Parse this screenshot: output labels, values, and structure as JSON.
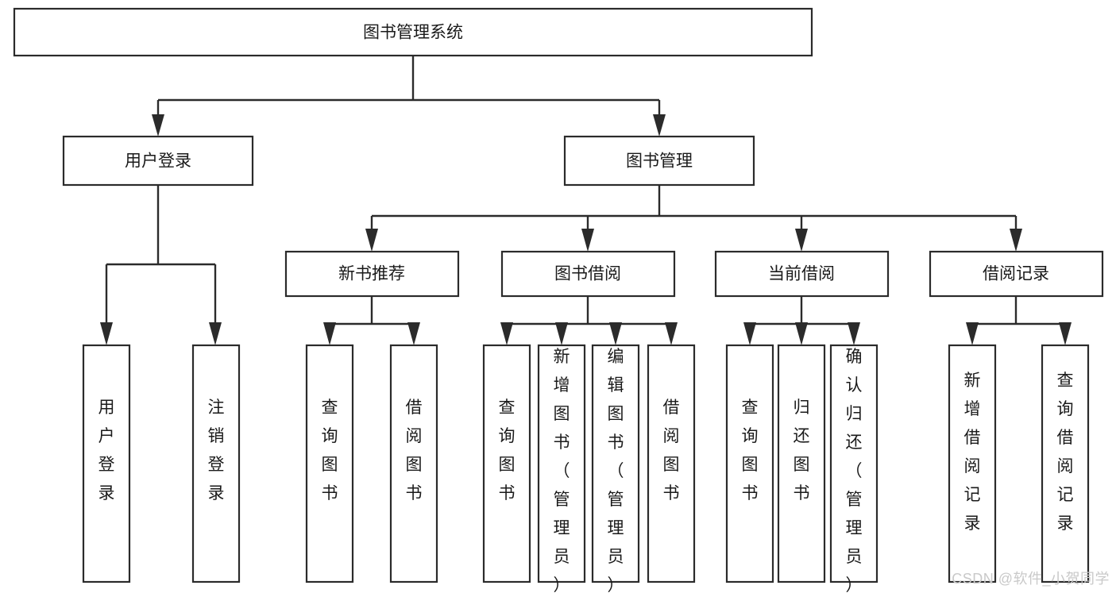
{
  "diagram": {
    "type": "tree",
    "title": "图书管理系统",
    "orientation": "top-down",
    "colors": {
      "background": "#ffffff",
      "box_fill": "#ffffff",
      "box_stroke": "#2b2b2b",
      "connector": "#2b2b2b",
      "text": "#1a1a1a",
      "watermark": "#c9c9c9"
    },
    "root": {
      "label": "图书管理系统"
    },
    "level1": [
      {
        "label": "用户登录"
      },
      {
        "label": "图书管理"
      }
    ],
    "level2": [
      {
        "label": "新书推荐"
      },
      {
        "label": "图书借阅"
      },
      {
        "label": "当前借阅"
      },
      {
        "label": "借阅记录"
      }
    ],
    "leaves": {
      "user_login": [
        {
          "label": "用户登录"
        },
        {
          "label": "注销登录"
        }
      ],
      "new_book_recommend": [
        {
          "label": "查询图书"
        },
        {
          "label": "借阅图书"
        }
      ],
      "book_borrow": [
        {
          "label": "查询图书"
        },
        {
          "label": "新增图书（管理员）"
        },
        {
          "label": "编辑图书（管理员）"
        },
        {
          "label": "借阅图书"
        }
      ],
      "current_borrow": [
        {
          "label": "查询图书"
        },
        {
          "label": "归还图书"
        },
        {
          "label": "确认归还（管理员）"
        }
      ],
      "borrow_record": [
        {
          "label": "新增借阅记录"
        },
        {
          "label": "查询借阅记录"
        }
      ]
    }
  },
  "watermark": {
    "text": "CSDN @软件_小贺同学"
  }
}
